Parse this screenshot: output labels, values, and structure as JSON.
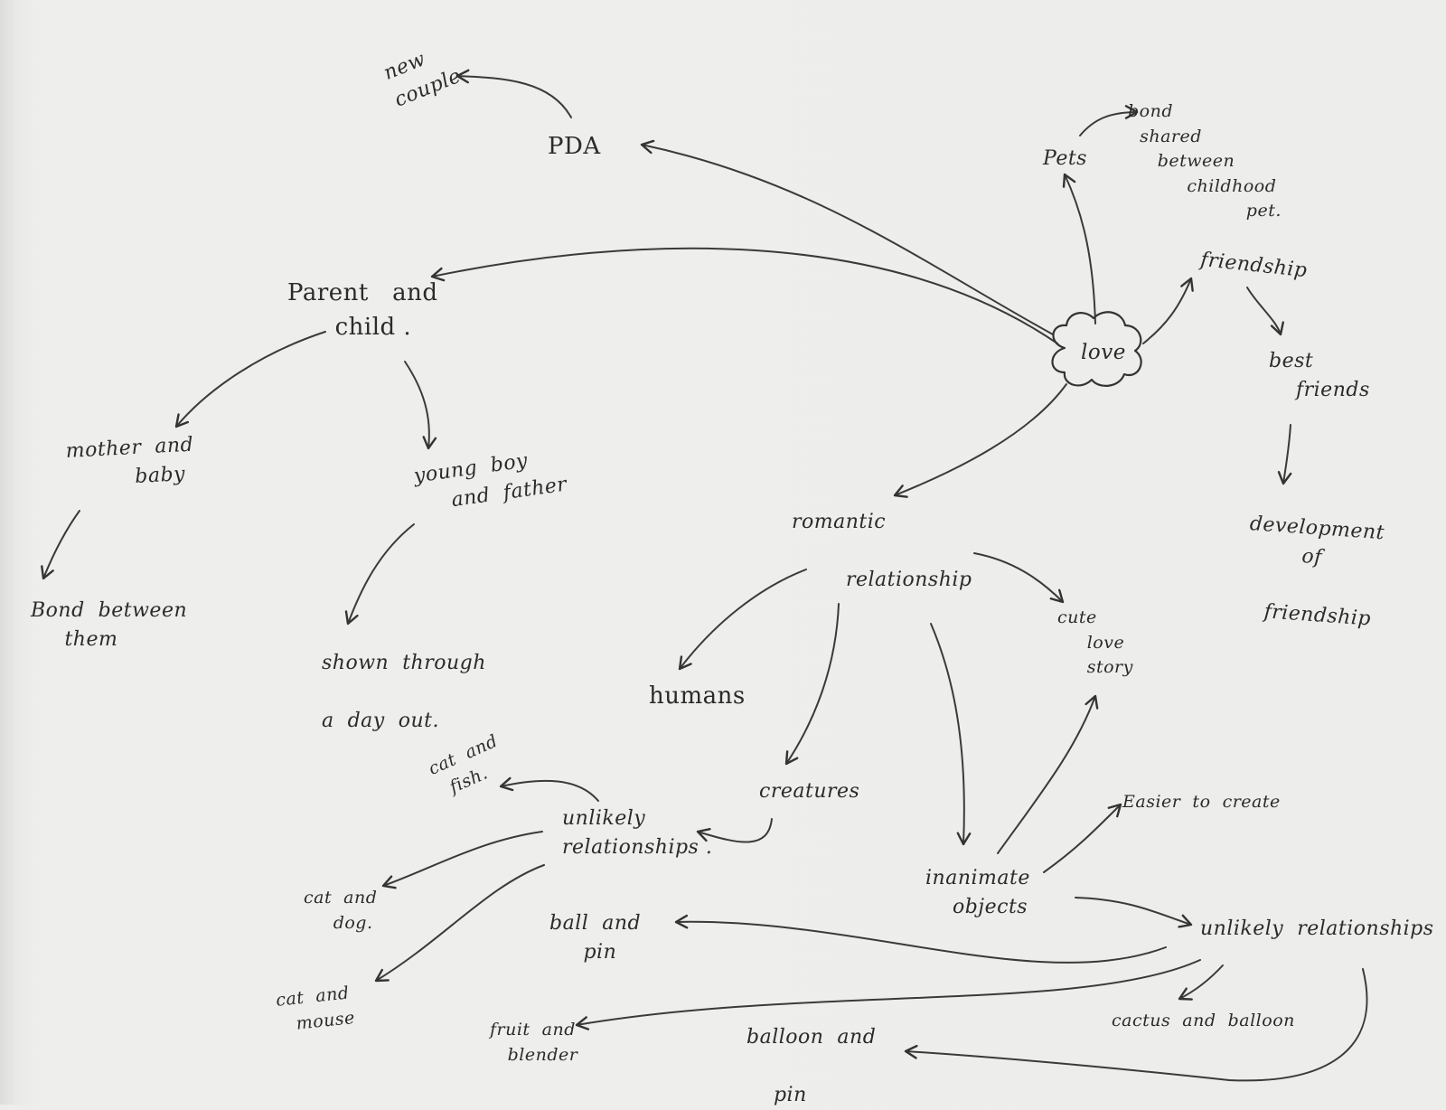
{
  "diagram": {
    "center": "love",
    "nodes": {
      "new_couple": "new\ncouple",
      "pda": "PDA",
      "pets": "Pets",
      "bond_pet": "bond\n  shared\n     between\n          childhood\n                    pet.",
      "friendship": "friendship",
      "best_friends": "best\n    friends",
      "development": "development\n        of\n\n   friendship",
      "parent_child": "Parent   and\n      child .",
      "mother_baby": "mother  and\n          baby",
      "bond_between": "Bond  between\n     them",
      "young_boy": "young  boy\n     and  father",
      "shown_through": "shown  through\n\na  day  out.",
      "romantic": "romantic\n\n        relationship",
      "humans": "humans",
      "cute_love": "cute\n     love\n     story",
      "creatures": "creatures",
      "cat_fish": "cat  and\n  fish.",
      "unlikely_rel_1": "unlikely\nrelationships .",
      "cat_dog": "cat  and\n     dog.",
      "cat_mouse": "cat  and\n   mouse",
      "ball_pin": "ball  and\n     pin",
      "inanimate": "inanimate\n    objects",
      "easier": "Easier  to  create",
      "unlikely_rel_2": "unlikely  relationships",
      "cactus_balloon": "cactus  and  balloon",
      "fruit_blender": "fruit  and\n   blender",
      "balloon_pin": "balloon  and\n\n    pin"
    }
  }
}
